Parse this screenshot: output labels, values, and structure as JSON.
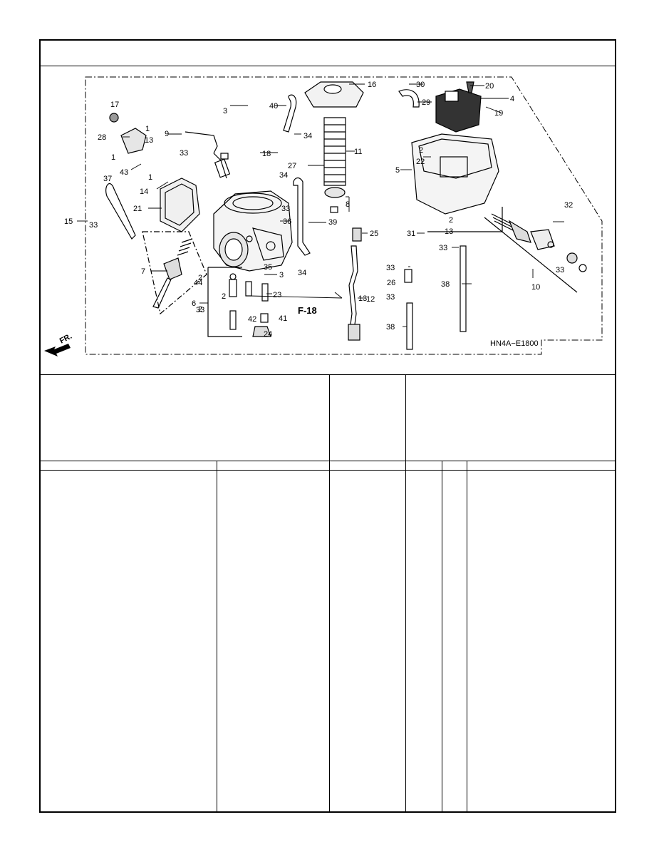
{
  "diagram": {
    "code": "HN4A−E1800",
    "ref": "F-18",
    "direction": "FR.",
    "callouts": [
      {
        "n": "16"
      },
      {
        "n": "30"
      },
      {
        "n": "20"
      },
      {
        "n": "29"
      },
      {
        "n": "4"
      },
      {
        "n": "19"
      },
      {
        "n": "3"
      },
      {
        "n": "40"
      },
      {
        "n": "34"
      },
      {
        "n": "17"
      },
      {
        "n": "1"
      },
      {
        "n": "28"
      },
      {
        "n": "13"
      },
      {
        "n": "9"
      },
      {
        "n": "33"
      },
      {
        "n": "18"
      },
      {
        "n": "11"
      },
      {
        "n": "2"
      },
      {
        "n": "22"
      },
      {
        "n": "5"
      },
      {
        "n": "1"
      },
      {
        "n": "43"
      },
      {
        "n": "1"
      },
      {
        "n": "27"
      },
      {
        "n": "34"
      },
      {
        "n": "37"
      },
      {
        "n": "14"
      },
      {
        "n": "8"
      },
      {
        "n": "21"
      },
      {
        "n": "33"
      },
      {
        "n": "15"
      },
      {
        "n": "33"
      },
      {
        "n": "36"
      },
      {
        "n": "39"
      },
      {
        "n": "25"
      },
      {
        "n": "32"
      },
      {
        "n": "2"
      },
      {
        "n": "13"
      },
      {
        "n": "31"
      },
      {
        "n": "33"
      },
      {
        "n": "33"
      },
      {
        "n": "35"
      },
      {
        "n": "34"
      },
      {
        "n": "7"
      },
      {
        "n": "44"
      },
      {
        "n": "2"
      },
      {
        "n": "3"
      },
      {
        "n": "33"
      },
      {
        "n": "10"
      },
      {
        "n": "33"
      },
      {
        "n": "26"
      },
      {
        "n": "38"
      },
      {
        "n": "2"
      },
      {
        "n": "23"
      },
      {
        "n": "6"
      },
      {
        "n": "2"
      },
      {
        "n": "13"
      },
      {
        "n": "33"
      },
      {
        "n": "12"
      },
      {
        "n": "42"
      },
      {
        "n": "41"
      },
      {
        "n": "38"
      },
      {
        "n": "24"
      }
    ]
  }
}
